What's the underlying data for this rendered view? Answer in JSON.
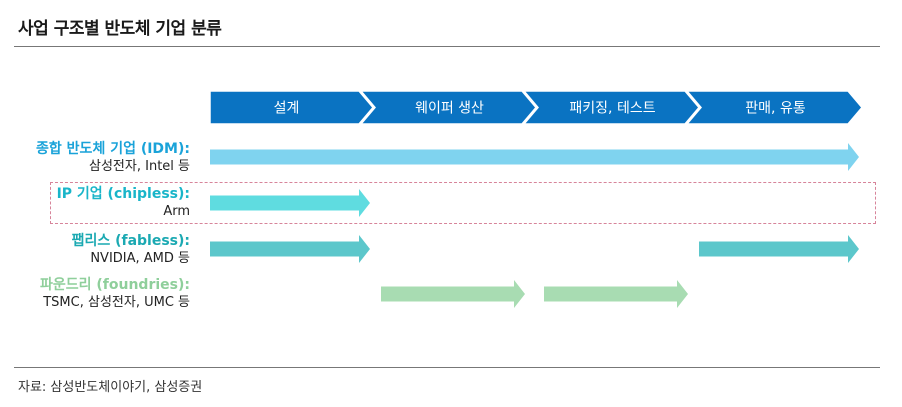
{
  "title": "사업 구조별 반도체 기업 분류",
  "source": "자료: 삼성반도체이야기, 삼성증권",
  "stages": [
    "설계",
    "웨이퍼 생산",
    "패키징, 테스트",
    "판매, 유통"
  ],
  "rows": [
    {
      "name": "종합 반도체 기업 (IDM):",
      "examples": "삼성전자, Intel 등",
      "name_color": "#1aa3d9",
      "arrow_color": "#7fd3ef",
      "spans": [
        [
          0,
          4
        ]
      ]
    },
    {
      "name": "IP 기업 (chipless):",
      "examples": "Arm",
      "name_color": "#19b5c9",
      "arrow_color": "#5fdce0",
      "spans": [
        [
          0,
          1
        ]
      ]
    },
    {
      "name": "팹리스 (fabless):",
      "examples": "NVIDIA, AMD 등",
      "name_color": "#1ba9b2",
      "arrow_color": "#5cc7cb",
      "spans": [
        [
          0,
          1
        ],
        [
          3,
          4
        ]
      ]
    },
    {
      "name": "파운드리 (foundries):",
      "examples": "TSMC, 삼성전자, UMC 등",
      "name_color": "#8fcf9b",
      "arrow_color": "#a8dcb2",
      "spans": [
        [
          1,
          2
        ],
        [
          2,
          3
        ]
      ]
    }
  ],
  "colors": {
    "stage_arrow": "#0a73c2",
    "dashed_border": "#d7849a"
  }
}
